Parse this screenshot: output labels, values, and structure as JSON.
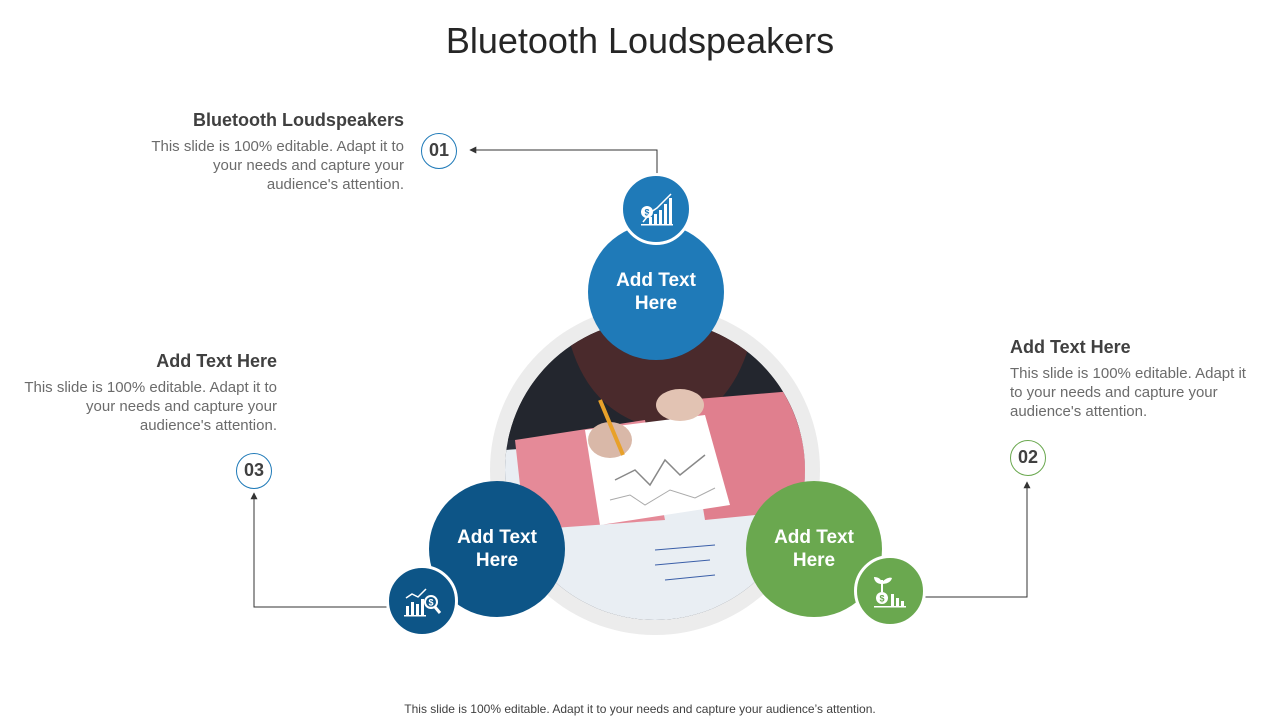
{
  "title": "Bluetooth Loudspeakers",
  "items": [
    {
      "number": "01",
      "heading": "Bluetooth Loudspeakers",
      "description": "This slide is 100% editable. Adapt it to your needs and capture your audience's attention.",
      "circle_label": "Add Text Here",
      "color": "#1f7ab8",
      "icon": "dollar-growth-chart-icon"
    },
    {
      "number": "02",
      "heading": "Add Text Here",
      "description": "This slide is 100% editable. Adapt it to your needs and capture your audience's attention.",
      "circle_label": "Add Text Here",
      "color": "#6aa84f",
      "icon": "plant-money-chart-icon"
    },
    {
      "number": "03",
      "heading": "Add Text Here",
      "description": "This slide is 100% editable. Adapt it to your needs and capture your audience's attention.",
      "circle_label": "Add Text Here",
      "color": "#0d5587",
      "icon": "chart-magnifier-icon"
    }
  ],
  "photo_icon": "person-writing-documents-photo",
  "footer": "This slide is 100% editable. Adapt it to your needs and capture your audience’s attention."
}
